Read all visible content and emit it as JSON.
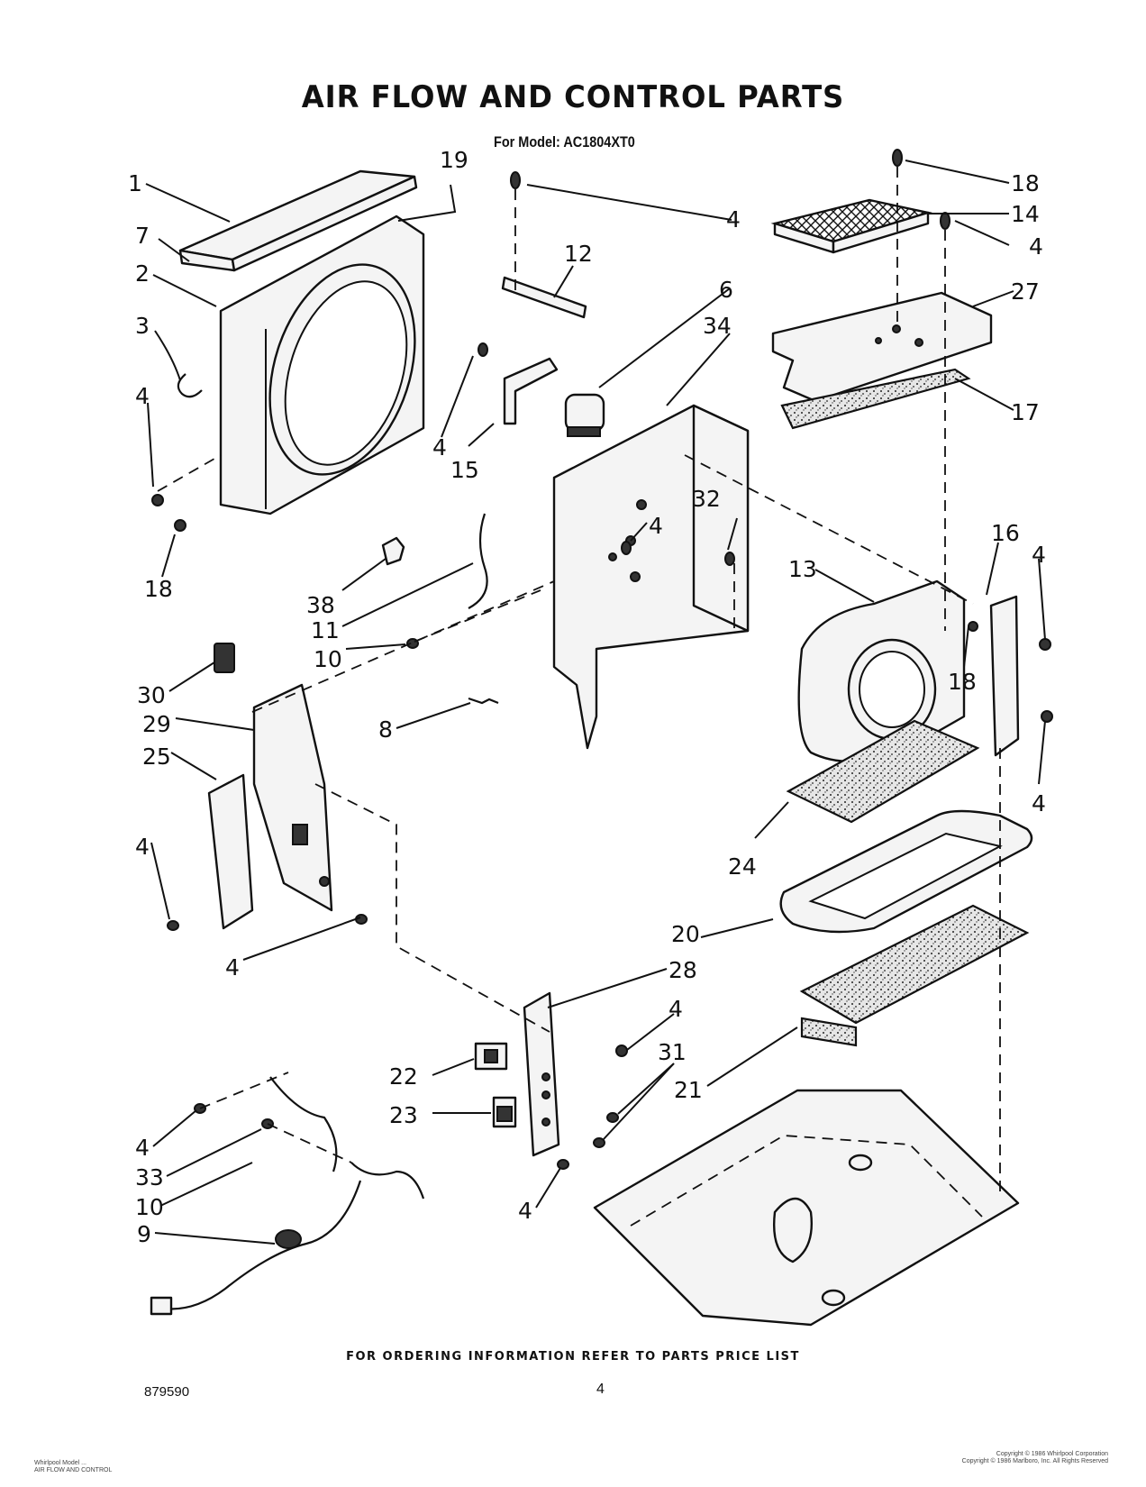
{
  "header": {
    "title": "AIR FLOW AND CONTROL PARTS",
    "subtitle": "For Model: AC1804XT0"
  },
  "footer": {
    "ordering_note": "FOR ORDERING INFORMATION REFER TO PARTS PRICE LIST",
    "doc_number": "879590",
    "page_number": "4",
    "left_small_1": "Whirlpool Model ... ",
    "left_small_2": "AIR FLOW AND CONTROL",
    "right_small_1": "Copyright © 1986 Whirlpool Corporation",
    "right_small_2": "Copyright © 1986 Marlboro, Inc. All Rights Reserved"
  },
  "callouts": {
    "c1": "1",
    "c7": "7",
    "c2": "2",
    "c3": "3",
    "c4_left": "4",
    "c18_left": "18",
    "c19": "19",
    "c4_top": "4",
    "c12": "12",
    "c6": "6",
    "c34": "34",
    "c4_mid": "4",
    "c15": "15",
    "c18_top": "18",
    "c14": "14",
    "c4_tr": "4",
    "c27": "27",
    "c17": "17",
    "c32": "32",
    "c4_center": "4",
    "c16": "16",
    "c4_right1": "4",
    "c13": "13",
    "c18_right": "18",
    "c4_right2": "4",
    "c38": "38",
    "c11": "11",
    "c10_mid": "10",
    "c30": "30",
    "c29": "29",
    "c8": "8",
    "c25": "25",
    "c4_l2": "4",
    "c4_l3": "4",
    "c24": "24",
    "c20": "20",
    "c28": "28",
    "c4_28": "4",
    "c31": "31",
    "c22": "22",
    "c21": "21",
    "c23": "23",
    "c4_bl": "4",
    "c33": "33",
    "c10_bl": "10",
    "c9": "9",
    "c4_bc": "4"
  }
}
